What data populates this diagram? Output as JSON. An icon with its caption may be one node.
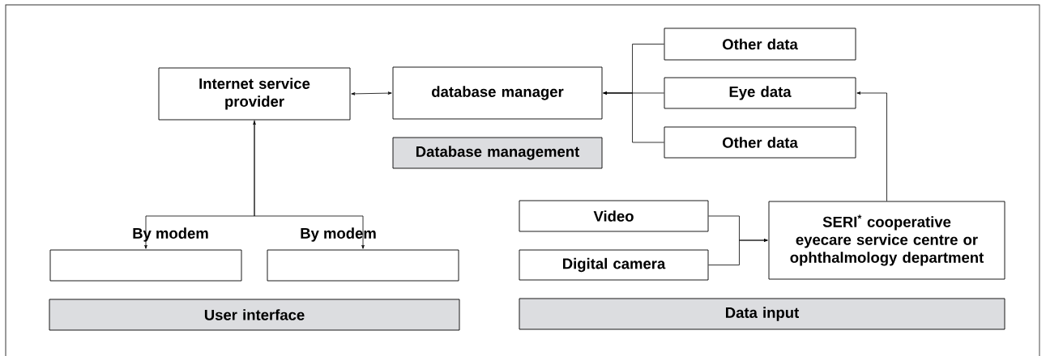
{
  "diagram": {
    "nodes": [
      {
        "text": [
          "Internet service provider"
        ]
      },
      {
        "text": [
          "database manager"
        ]
      },
      {
        "text": [
          "Other data"
        ]
      },
      {
        "text": [
          "Eye data"
        ]
      },
      {
        "text": [
          "Other data"
        ]
      },
      {
        "text": [
          "Database management"
        ]
      },
      {
        "text": [
          "Video"
        ]
      },
      {
        "text": [
          "Digital camera"
        ]
      },
      {
        "text": [
          "SERI$^{*}$ cooperative eyecare service centre or ophthalmology department"
        ]
      },
      {
        "text": [],
        "shape": "box"
      },
      {
        "text": [],
        "shape": "box"
      },
      {
        "text": [
          "User interface"
        ]
      },
      {
        "text": [
          "Data input"
        ]
      }
    ],
    "edges": [
      {
        "from": 0,
        "to": 1,
        "arrow": "both"
      },
      {
        "from": 0,
        "to": 9,
        "arrow": "both"
      },
      {
        "from": 0,
        "to": 10,
        "arrow": "to"
      },
      {
        "from": 2,
        "to": 1,
        "arrow": "to"
      },
      {
        "from": 3,
        "to": 1,
        "arrow": "to"
      },
      {
        "from": 4,
        "to": 1,
        "arrow": "to"
      },
      {
        "from": 8,
        "to": 3,
        "arrow": "to"
      },
      {
        "from": 6,
        "to": 8,
        "arrow": "to"
      },
      {
        "from": 7,
        "to": 8,
        "arrow": "to"
      }
    ],
    "labels": [
      "By modem",
      "By modem"
    ]
  }
}
